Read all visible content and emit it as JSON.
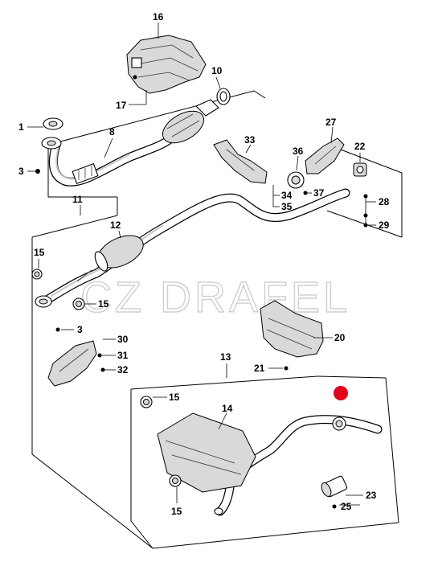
{
  "watermark": "CZ DRAFEL",
  "colors": {
    "marker": "#e3001b",
    "line": "#000000",
    "shade": "#d9d9d9"
  },
  "labels": {
    "p1": "1",
    "p3a": "3",
    "p3b": "3",
    "p8": "8",
    "p10": "10",
    "p11": "11",
    "p12": "12",
    "p13": "13",
    "p14": "14",
    "p15a": "15",
    "p15b": "15",
    "p15c": "15",
    "p15d": "15",
    "p16": "16",
    "p17": "17",
    "p20": "20",
    "p21": "21",
    "p22": "22",
    "p23": "23",
    "p25": "25",
    "p27": "27",
    "p28": "28",
    "p29": "29",
    "p30": "30",
    "p31": "31",
    "p32": "32",
    "p33": "33",
    "p34": "34",
    "p35": "35",
    "p36": "36",
    "p37": "37"
  }
}
